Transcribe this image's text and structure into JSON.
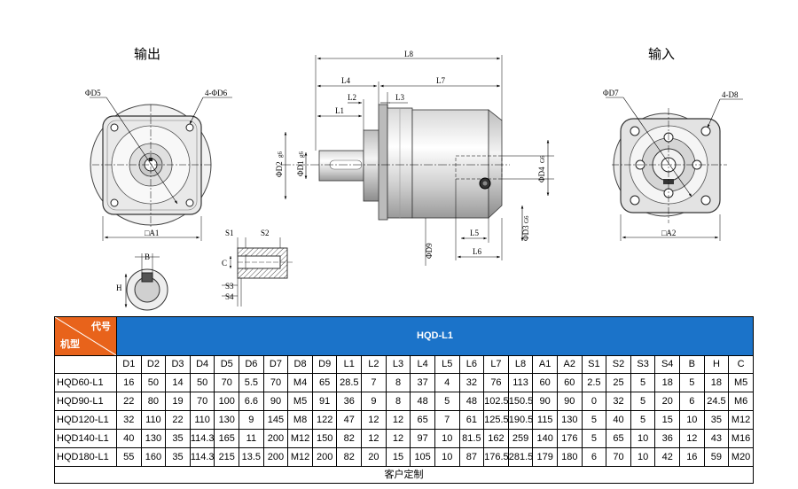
{
  "drawing": {
    "output_label": "输出",
    "input_label": "输入",
    "dims": {
      "d5": "ΦD5",
      "d6": "4-ΦD6",
      "a1": "□A1",
      "l8": "L8",
      "l4": "L4",
      "l7": "L7",
      "l2": "L2",
      "l3": "L3",
      "l1": "L1",
      "d2": "ΦD2",
      "d2tol": "g6",
      "d1": "ΦD1",
      "d1tol": "g6",
      "d4": "ΦD4",
      "d4tol": "G6",
      "d3": "ΦD3",
      "d3tol": "G6",
      "d9": "ΦD9",
      "l5": "L5",
      "l6": "L6",
      "d7": "ΦD7",
      "d8": "4-D8",
      "a2": "□A2",
      "s1": "S1",
      "s2": "S2",
      "c": "C",
      "s3": "S3",
      "s4": "S4",
      "b": "B",
      "h": "H"
    }
  },
  "table": {
    "corner_code": "代号",
    "corner_model": "机型",
    "series": "HQD-L1",
    "columns": [
      "D1",
      "D2",
      "D3",
      "D4",
      "D5",
      "D6",
      "D7",
      "D8",
      "D9",
      "L1",
      "L2",
      "L3",
      "L4",
      "L5",
      "L6",
      "L7",
      "L8",
      "A1",
      "A2",
      "S1",
      "S2",
      "S3",
      "S4",
      "B",
      "H",
      "C"
    ],
    "rows": [
      {
        "model": "HQD60-L1",
        "values": [
          "16",
          "50",
          "14",
          "50",
          "70",
          "5.5",
          "70",
          "M4",
          "65",
          "28.5",
          "7",
          "8",
          "37",
          "4",
          "32",
          "76",
          "113",
          "60",
          "60",
          "2.5",
          "25",
          "5",
          "18",
          "5",
          "18",
          "M5"
        ]
      },
      {
        "model": "HQD90-L1",
        "values": [
          "22",
          "80",
          "19",
          "70",
          "100",
          "6.6",
          "90",
          "M5",
          "91",
          "36",
          "9",
          "8",
          "48",
          "5",
          "48",
          "102.5",
          "150.5",
          "90",
          "90",
          "0",
          "32",
          "5",
          "20",
          "6",
          "24.5",
          "M6"
        ]
      },
      {
        "model": "HQD120-L1",
        "values": [
          "32",
          "110",
          "22",
          "110",
          "130",
          "9",
          "145",
          "M8",
          "122",
          "47",
          "12",
          "12",
          "65",
          "7",
          "61",
          "125.5",
          "190.5",
          "115",
          "130",
          "5",
          "40",
          "5",
          "15",
          "10",
          "35",
          "M12"
        ]
      },
      {
        "model": "HQD140-L1",
        "values": [
          "40",
          "130",
          "35",
          "114.3",
          "165",
          "11",
          "200",
          "M12",
          "150",
          "82",
          "12",
          "12",
          "97",
          "10",
          "81.5",
          "162",
          "259",
          "140",
          "176",
          "5",
          "65",
          "10",
          "36",
          "12",
          "43",
          "M16"
        ]
      },
      {
        "model": "HQD180-L1",
        "values": [
          "55",
          "160",
          "35",
          "114.3",
          "215",
          "13.5",
          "200",
          "M12",
          "200",
          "82",
          "20",
          "15",
          "105",
          "10",
          "87",
          "176.5",
          "281.5",
          "179",
          "180",
          "6",
          "70",
          "10",
          "42",
          "16",
          "59",
          "M20"
        ]
      }
    ],
    "footer": "客户定制"
  }
}
